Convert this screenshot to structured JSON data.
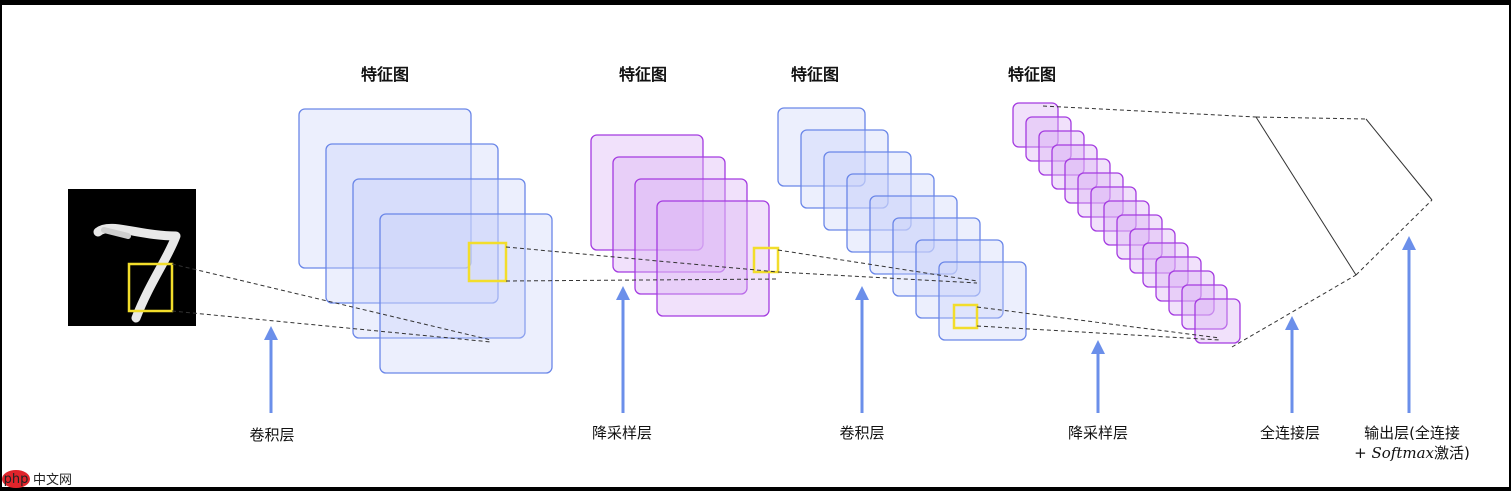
{
  "titles": [
    "特征图",
    "特征图",
    "特征图",
    "特征图"
  ],
  "layer_labels": [
    "卷积层",
    "降采样层",
    "卷积层",
    "降采样层",
    "全连接层"
  ],
  "output_label": {
    "line1": "输出层(全连接",
    "line2_prefix": "+ ",
    "line2_italic": "Softmax",
    "line2_suffix": "激活)"
  },
  "input_digit": "7",
  "watermark": {
    "logo": "php",
    "text": "中文网"
  },
  "colors": {
    "conv_stroke": "#6a86e8",
    "pool_stroke": "#a43be0",
    "highlight": "#f2dd2b",
    "arrow": "#6b8fea"
  }
}
